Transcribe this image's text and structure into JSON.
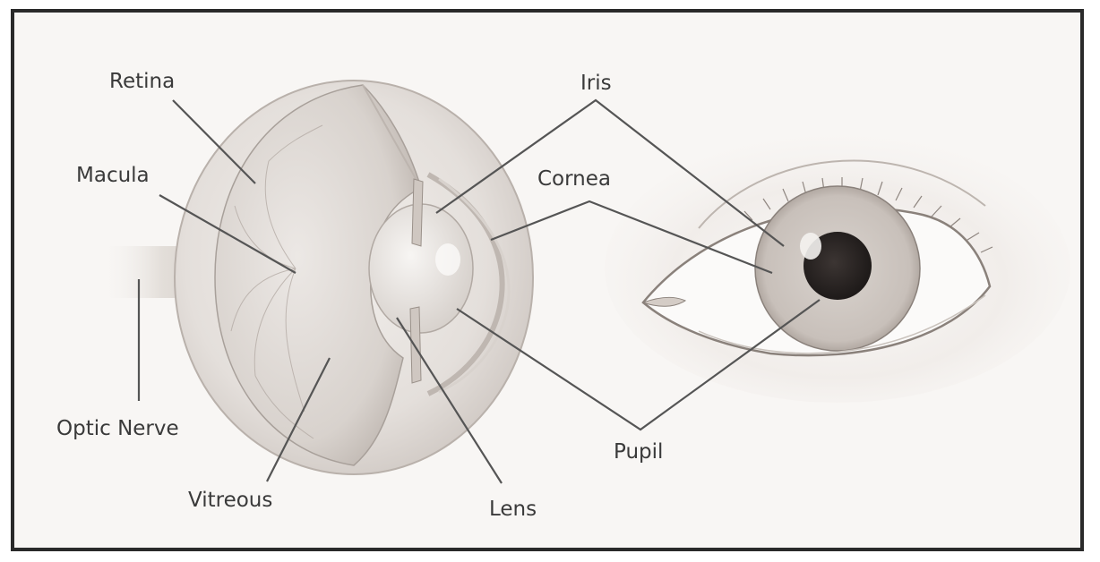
{
  "labels": {
    "retina": "Retina",
    "macula": "Macula",
    "optic_nerve": "Optic Nerve",
    "vitreous": "Vitreous",
    "iris": "Iris",
    "cornea": "Cornea",
    "lens": "Lens",
    "pupil": "Pupil"
  }
}
